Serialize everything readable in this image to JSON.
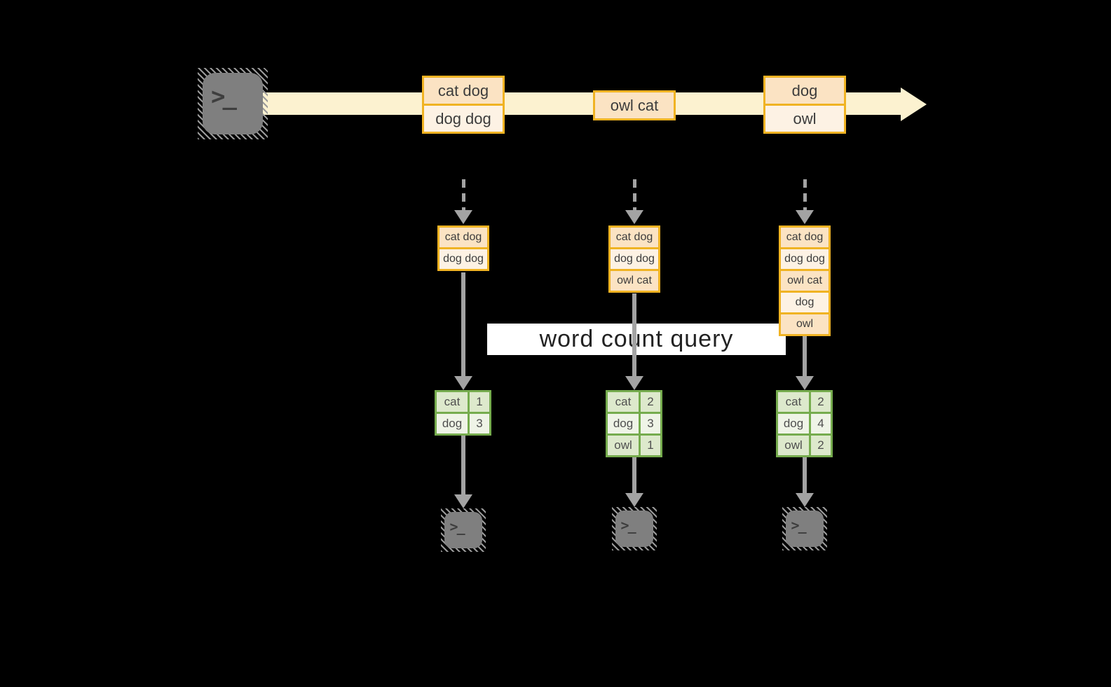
{
  "diagram": {
    "query_label": "word count query"
  },
  "terminal": {
    "prompt": ">_"
  },
  "stream": {
    "groups": [
      {
        "items": [
          "cat dog",
          "dog dog"
        ]
      },
      {
        "items": [
          "owl cat"
        ]
      },
      {
        "items": [
          "dog",
          "owl"
        ]
      }
    ]
  },
  "columns": [
    {
      "buffer": [
        "cat dog",
        "dog dog"
      ],
      "counts": [
        {
          "word": "cat",
          "count": "1"
        },
        {
          "word": "dog",
          "count": "3"
        }
      ]
    },
    {
      "buffer": [
        "cat dog",
        "dog dog",
        "owl cat"
      ],
      "counts": [
        {
          "word": "cat",
          "count": "2"
        },
        {
          "word": "dog",
          "count": "3"
        },
        {
          "word": "owl",
          "count": "1"
        }
      ]
    },
    {
      "buffer": [
        "cat dog",
        "dog dog",
        "owl cat",
        "dog",
        "owl"
      ],
      "counts": [
        {
          "word": "cat",
          "count": "2"
        },
        {
          "word": "dog",
          "count": "4"
        },
        {
          "word": "owl",
          "count": "2"
        }
      ]
    }
  ],
  "colors": {
    "background": "#000000",
    "stream_fill": "#FCF2D0",
    "box_border": "#F0B323",
    "box_fill_dark": "#FBE3C3",
    "box_fill_light": "#FDF2E4",
    "table_border": "#76AC4E",
    "table_row_dark": "#DDE9CC",
    "table_row_light": "#EFF4E7",
    "arrow_gray": "#A3A3A3",
    "terminal_gray": "#7F7F7F",
    "banner_bg": "#FFFFFF",
    "banner_text": "#222222"
  }
}
